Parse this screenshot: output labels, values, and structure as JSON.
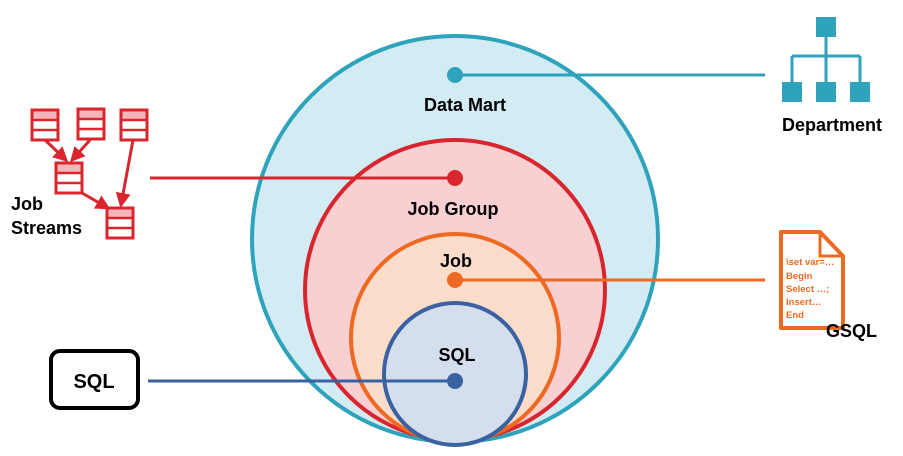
{
  "colors": {
    "datamart": "#2fa3bc",
    "jobgroup": "#d9262e",
    "job": "#ee6a22",
    "sql": "#3a62a0",
    "black": "#000000"
  },
  "layers": {
    "datamart_label": "Data Mart",
    "jobgroup_label": "Job Group",
    "job_label": "Job",
    "sql_label": "SQL"
  },
  "department": {
    "label": "Department",
    "icon": "org-chart-icon"
  },
  "job_streams": {
    "label_line1": "Job",
    "label_line2": "Streams",
    "icon": "job-streams-icon"
  },
  "gsql": {
    "label": "GSQL",
    "icon": "script-document-icon",
    "lines": [
      "\\set var=…",
      "Begin",
      "Select …;",
      "Insert…",
      "End"
    ]
  },
  "sql_box": {
    "label": "SQL"
  }
}
